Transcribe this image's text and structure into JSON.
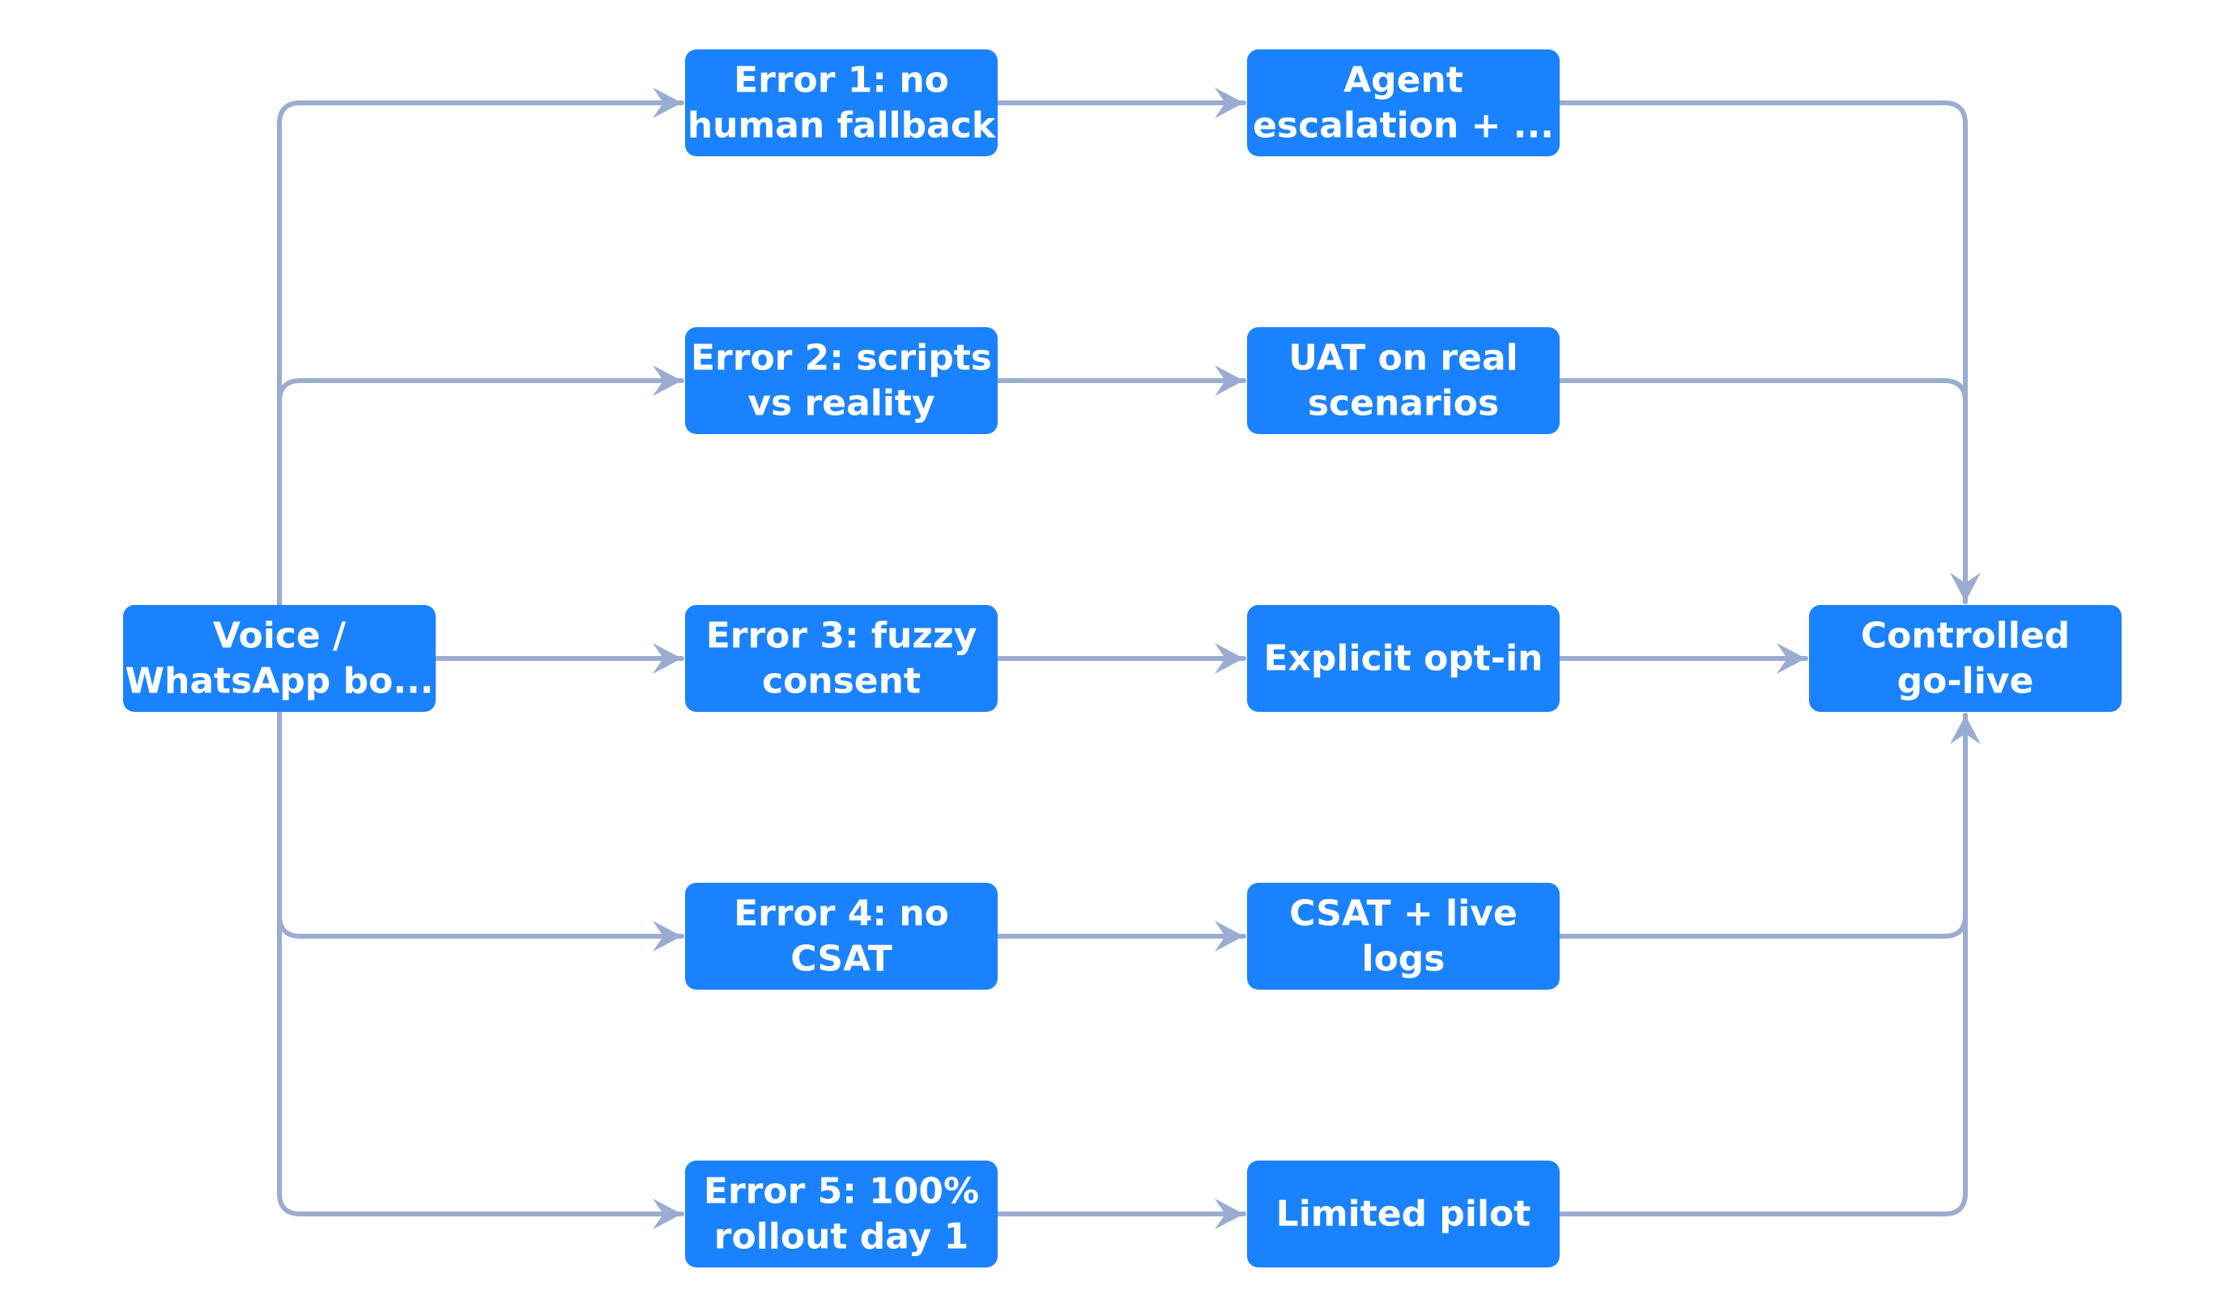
{
  "diagram": {
    "source": {
      "id": "source",
      "lines": [
        "Voice /",
        "WhatsApp bo..."
      ]
    },
    "errors": [
      {
        "id": "error-1",
        "lines": [
          "Error 1: no",
          "human fallback"
        ]
      },
      {
        "id": "error-2",
        "lines": [
          "Error 2: scripts",
          "vs reality"
        ]
      },
      {
        "id": "error-3",
        "lines": [
          "Error 3: fuzzy",
          "consent"
        ]
      },
      {
        "id": "error-4",
        "lines": [
          "Error 4: no",
          "CSAT"
        ]
      },
      {
        "id": "error-5",
        "lines": [
          "Error 5: 100%",
          "rollout day 1"
        ]
      }
    ],
    "fixes": [
      {
        "id": "fix-1",
        "lines": [
          "Agent",
          "escalation + ..."
        ]
      },
      {
        "id": "fix-2",
        "lines": [
          "UAT on real",
          "scenarios"
        ]
      },
      {
        "id": "fix-3",
        "lines": [
          "Explicit opt-in"
        ]
      },
      {
        "id": "fix-4",
        "lines": [
          "CSAT + live",
          "logs"
        ]
      },
      {
        "id": "fix-5",
        "lines": [
          "Limited pilot"
        ]
      }
    ],
    "target": {
      "id": "target",
      "lines": [
        "Controlled",
        "go-live"
      ]
    },
    "colors": {
      "node_fill": "#1a82ff",
      "node_text": "#ffffff",
      "edge": "#9aacd0",
      "background": "#ffffff"
    }
  }
}
